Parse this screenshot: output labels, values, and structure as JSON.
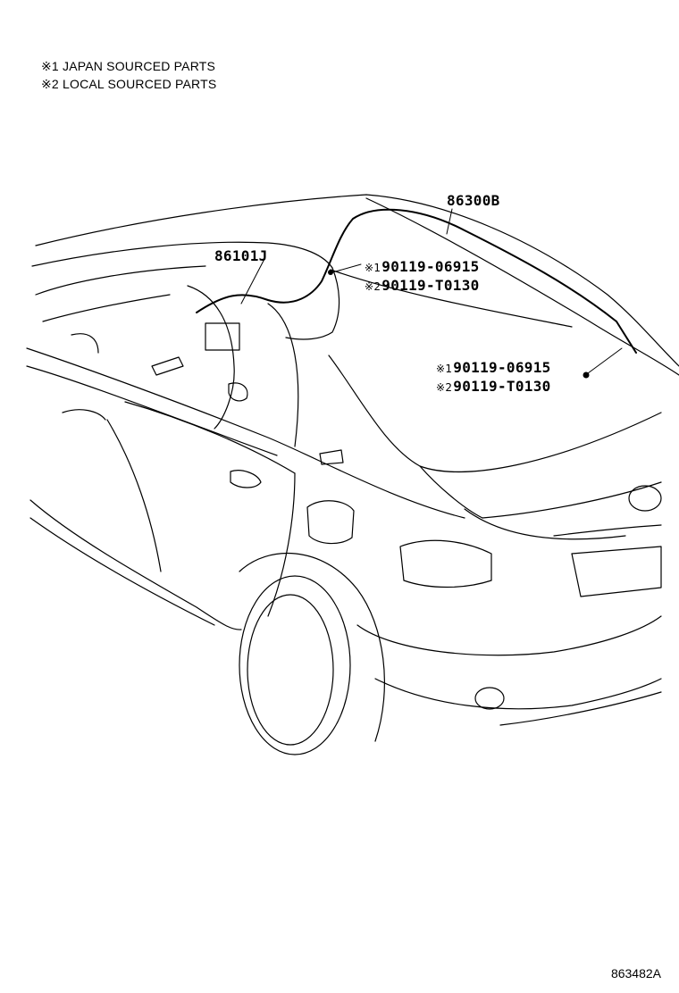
{
  "legend": {
    "line1": "※1 JAPAN SOURCED PARTS",
    "line2": "※2 LOCAL SOURCED PARTS"
  },
  "parts": {
    "antenna": "86300B",
    "cord": "86101J",
    "upper_note1_mark": "※1",
    "upper_note1_num": "90119-06915",
    "upper_note2_mark": "※2",
    "upper_note2_num": "90119-T0130",
    "lower_note1_mark": "※1",
    "lower_note1_num": "90119-06915",
    "lower_note2_mark": "※2",
    "lower_note2_num": "90119-T0130"
  },
  "figure_id": "863482A"
}
